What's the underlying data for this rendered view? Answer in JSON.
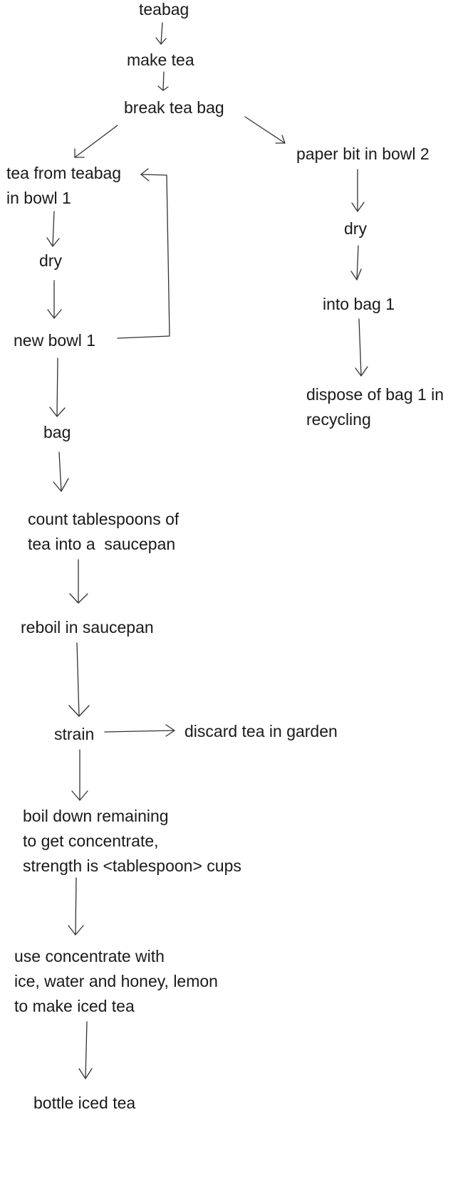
{
  "nodes": {
    "teabag": "teabag",
    "make_tea": "make tea",
    "break_tea_bag": "break tea bag",
    "tea_from_teabag": "tea from teabag\nin bowl 1",
    "paper_bit": "paper bit in bowl 2",
    "dry_left": "dry",
    "dry_right": "dry",
    "into_bag_1": "into bag 1",
    "new_bowl_1": "new bowl 1",
    "dispose_bag_1": "dispose of bag 1 in\nrecycling",
    "bag": "bag",
    "count_tablespoons": "count tablespoons of\ntea into a  saucepan",
    "reboil": "reboil in saucepan",
    "strain": "strain",
    "discard_tea": "discard tea in garden",
    "boil_down": "boil down remaining\nto get concentrate,\nstrength is <tablespoon> cups",
    "use_concentrate": "use concentrate with\nice, water and honey, lemon\nto make iced tea",
    "bottle": "bottle iced tea"
  }
}
